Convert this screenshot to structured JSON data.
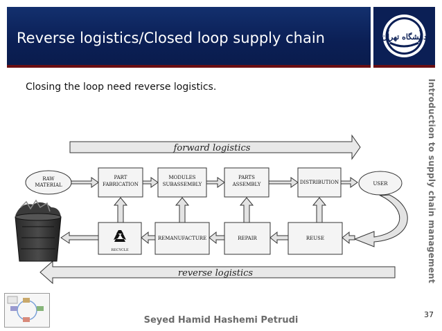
{
  "slide": {
    "title": "Reverse logistics/Closed loop supply chain",
    "subtitle": "Closing the loop need reverse logistics.",
    "side_label": "Introduction to supply chain management",
    "author": "Seyed Hamid Hashemi Petrudi",
    "page_number": "37"
  },
  "logo": {
    "text": "دانشگاه تهران",
    "icon": "university-emblem-icon"
  },
  "diagram": {
    "forward_label": "forward logistics",
    "reverse_label": "reverse logistics",
    "forward_steps": [
      {
        "line1": "RAW",
        "line2": "MATERIAL"
      },
      {
        "line1": "PART",
        "line2": "FABRICATION"
      },
      {
        "line1": "MODULES",
        "line2": "SUBASSEMBLY"
      },
      {
        "line1": "PARTS",
        "line2": "ASSEMBLY"
      },
      {
        "line1": "DISTRIBUTION",
        "line2": ""
      },
      {
        "line1": "USER",
        "line2": ""
      }
    ],
    "reverse_steps": [
      {
        "label": "RECYCLE"
      },
      {
        "label": "REMANUFACTURE"
      },
      {
        "label": "REPAIR"
      },
      {
        "label": "REUSE"
      }
    ],
    "icons": [
      "trash-bin-icon",
      "recycle-icon"
    ],
    "colors": {
      "box_fill": "#f4f4f4",
      "arrow_fill": "#e3e3e3",
      "stroke": "#333333"
    }
  }
}
